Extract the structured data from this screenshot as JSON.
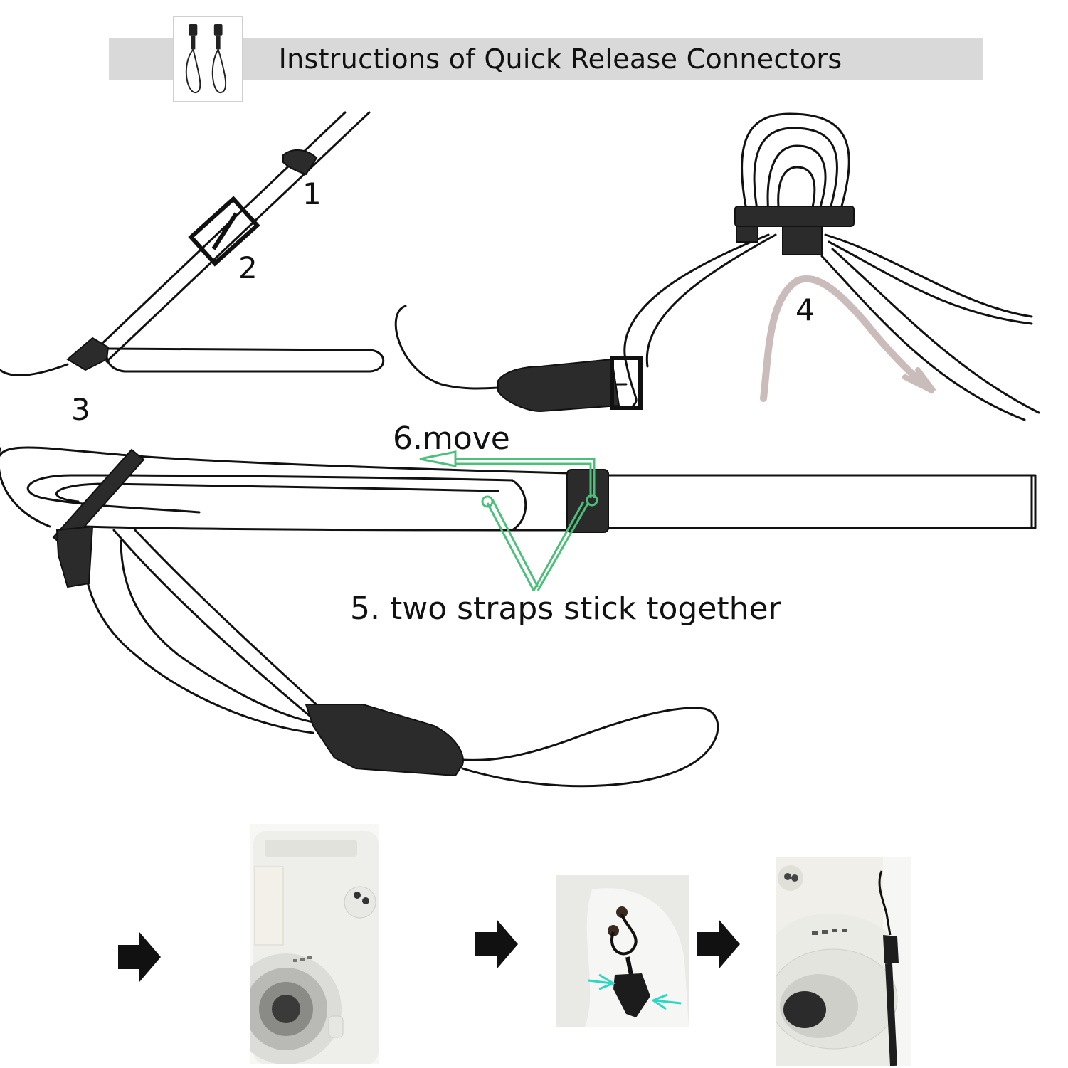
{
  "header": {
    "title": "Instructions of Quick Release Connectors"
  },
  "steps": {
    "step1": "1",
    "step2": "2",
    "step3": "3",
    "step4": "4",
    "step6": "6.move",
    "step5": "5. two straps stick together"
  },
  "colors": {
    "banner": "#d9d9d9",
    "ink": "#111111",
    "guide_green": "#4cc07a",
    "arrow_mauve": "#c9b8b8",
    "teal_arrow": "#2ed6c4"
  },
  "bottom_row": {
    "arrows": [
      "arrow-right-icon",
      "arrow-right-icon",
      "arrow-right-icon"
    ],
    "photos": [
      "instant-camera-front",
      "camera-strap-eyelet-closeup",
      "camera-with-strap-attached"
    ]
  }
}
